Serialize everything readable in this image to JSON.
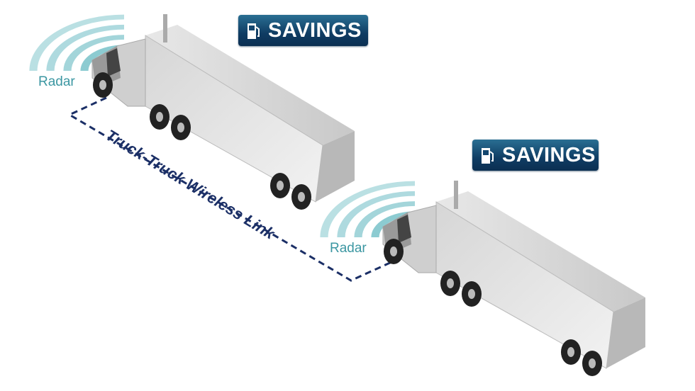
{
  "badges": [
    {
      "label": "SAVINGS",
      "icon": "fuel-pump-icon"
    },
    {
      "label": "SAVINGS",
      "icon": "fuel-pump-icon"
    }
  ],
  "radar_labels": [
    "Radar",
    "Radar"
  ],
  "link_label": "Truck-Truck Wireless Link",
  "colors": {
    "badge": "#14466e",
    "radar": "#6fbcc4",
    "link": "#1b2f66"
  }
}
